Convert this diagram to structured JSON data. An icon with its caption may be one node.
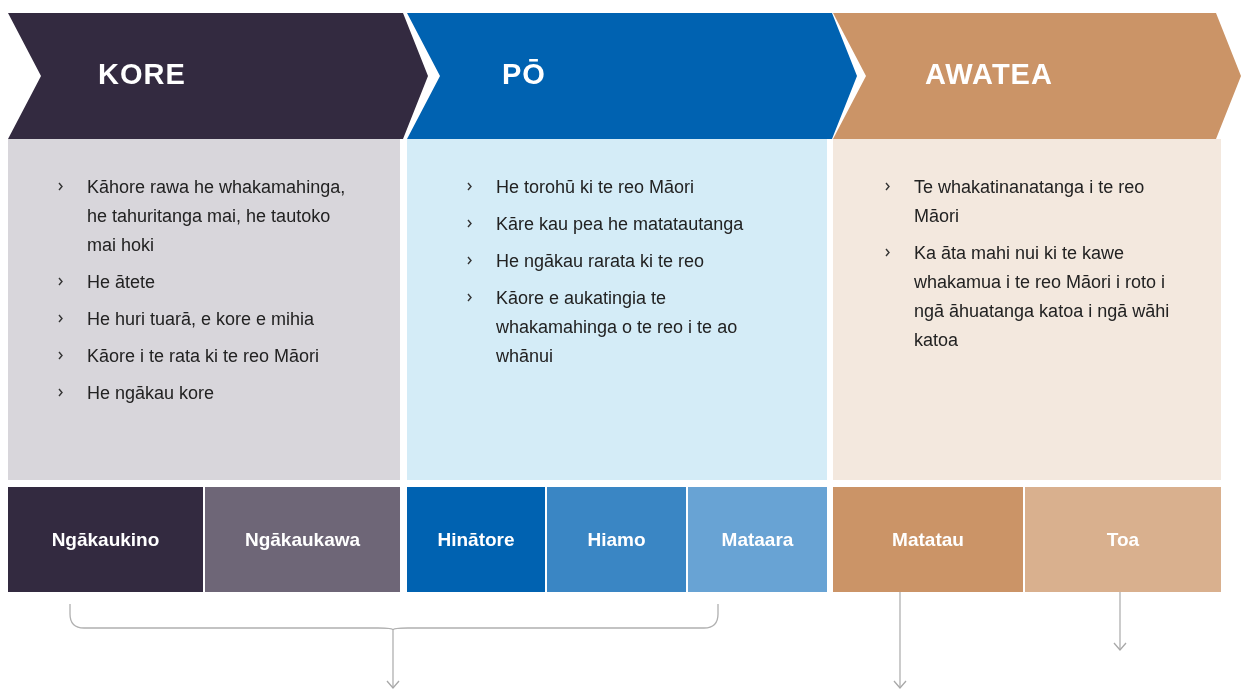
{
  "diagram": {
    "nodes": [
      {
        "text": [
          "KORE"
        ]
      },
      {
        "text": [
          "Kāhore rawa he whakamahinga, he tahuritanga mai, he tautoko mai hoki",
          "He ātete",
          "He huri tuarā, e kore e mihia",
          "Kāore i te rata ki te reo Māori",
          "He ngākau kore"
        ]
      },
      {
        "text": [
          "PŌ"
        ]
      },
      {
        "text": [
          "He torohū ki te reo Māori",
          "Kāre kau pea he matatautanga",
          "He ngākau rarata ki te reo",
          "Kāore e aukatingia te whakamahinga o te reo i te ao whānui"
        ]
      },
      {
        "text": [
          "AWATEA"
        ]
      },
      {
        "text": [
          "Te whakatinanatanga i te reo Māori",
          "Ka āta mahi nui ki te kawe whakamua i te reo Māori i roto i ngā āhuatanga katoa i ngā wāhi katoa"
        ]
      },
      {
        "text": [
          "Ngākaukino"
        ]
      },
      {
        "text": [
          "Ngākaukawa"
        ]
      },
      {
        "text": [
          "Hinātore"
        ]
      },
      {
        "text": [
          "Hiamo"
        ]
      },
      {
        "text": [
          "Mataara"
        ]
      },
      {
        "text": [
          "Matatau"
        ]
      },
      {
        "text": [
          "Toa"
        ]
      },
      {
        "text": [],
        "shape": "bracket"
      }
    ],
    "edges": [
      {
        "from": 13,
        "to": null,
        "arrow": "to"
      },
      {
        "from": 11,
        "to": null,
        "arrow": "to"
      },
      {
        "from": 12,
        "to": null,
        "arrow": "to"
      }
    ]
  }
}
